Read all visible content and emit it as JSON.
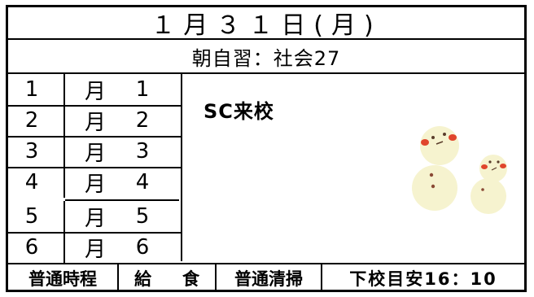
{
  "header": {
    "date": "１月３１日(月)",
    "self_study": "朝自習：社会27"
  },
  "periods": [
    {
      "num": "1",
      "day": "月",
      "count": "1"
    },
    {
      "num": "2",
      "day": "月",
      "count": "2"
    },
    {
      "num": "3",
      "day": "月",
      "count": "3"
    },
    {
      "num": "4",
      "day": "月",
      "count": "4"
    },
    {
      "num": "5",
      "day": "月",
      "count": "5"
    },
    {
      "num": "6",
      "day": "月",
      "count": "6"
    }
  ],
  "event": "SC来校",
  "footer": {
    "schedule": "普通時程",
    "lunch_a": "給",
    "lunch_b": "食",
    "cleaning": "普通清掃",
    "dismissal": "下校目安16：10"
  },
  "colors": {
    "snow": "#f6f3cf",
    "cheek": "#e0452c",
    "eye": "#5a3d2b"
  }
}
